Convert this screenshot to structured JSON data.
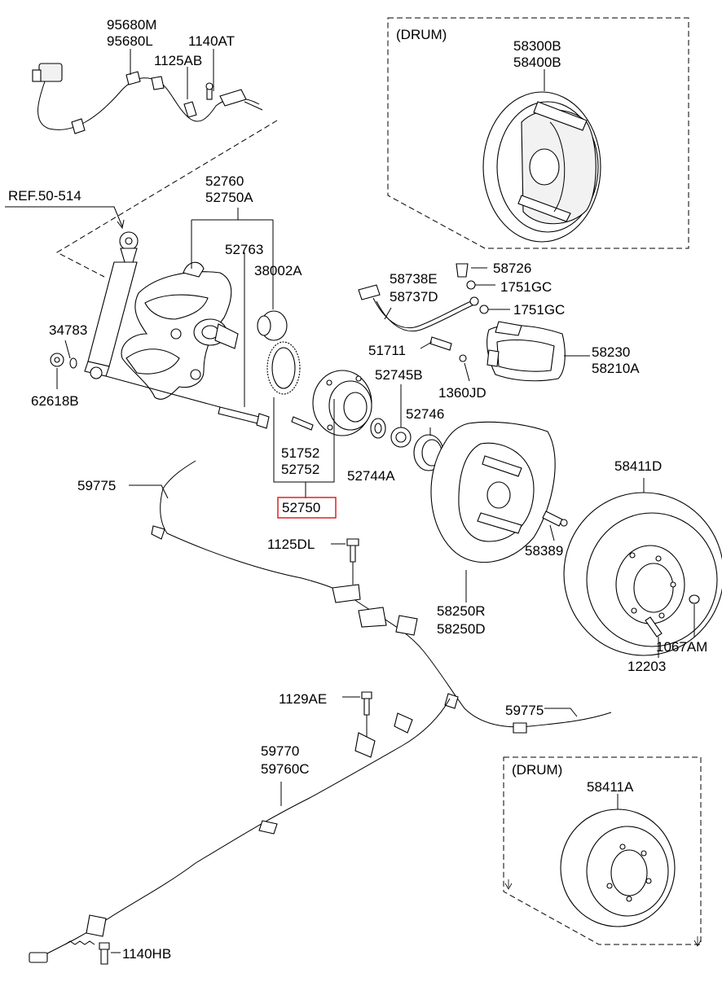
{
  "highlight_color": "#e02020",
  "groups": {
    "drum_top": "(DRUM)",
    "drum_bottom": "(DRUM)"
  },
  "labels": {
    "p95680M": "95680M",
    "p95680L": "95680L",
    "p1140AT": "1140AT",
    "p1125AB": "1125AB",
    "ref": "REF.50-514",
    "p52760": "52760",
    "p52750A": "52750A",
    "p52763": "52763",
    "p38002A": "38002A",
    "p34783": "34783",
    "p62618B": "62618B",
    "p58300B": "58300B",
    "p58400B": "58400B",
    "p58738E": "58738E",
    "p58737D": "58737D",
    "p58726": "58726",
    "p1751GC_a": "1751GC",
    "p1751GC_b": "1751GC",
    "p51711": "51711",
    "p52745B": "52745B",
    "p58230": "58230",
    "p58210A": "58210A",
    "p1360JD": "1360JD",
    "p52746": "52746",
    "p51752": "51752",
    "p52752": "52752",
    "p52744A": "52744A",
    "p52750": "52750",
    "p59775_a": "59775",
    "p58411D": "58411D",
    "p1125DL": "1125DL",
    "p58389": "58389",
    "p58250R": "58250R",
    "p58250D": "58250D",
    "p1067AM": "1067AM",
    "p12203": "12203",
    "p1129AE": "1129AE",
    "p59775_b": "59775",
    "p59770": "59770",
    "p59760C": "59760C",
    "p58411A": "58411A",
    "p1140HB": "1140HB"
  }
}
